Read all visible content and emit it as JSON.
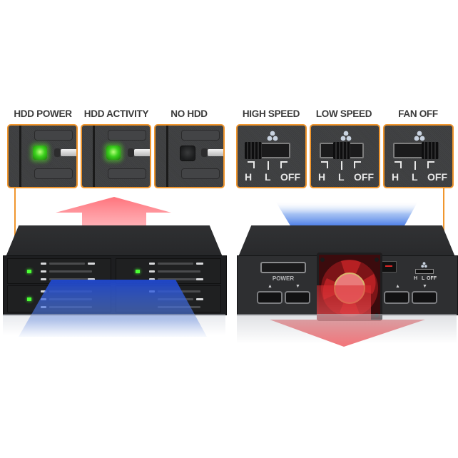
{
  "image": {
    "description": "Product illustration of a 4-bay hot-swap drive enclosure showing LED indicator states and fan speed switch positions",
    "background_color": "#ffffff",
    "accent_color": "#f0962e"
  },
  "led_indicators": {
    "items": [
      {
        "label": "HDD POWER",
        "state": "on",
        "led_color": "#3bd11d"
      },
      {
        "label": "HDD ACTIVITY",
        "state": "on",
        "led_color": "#3bd11d"
      },
      {
        "label": "NO HDD",
        "state": "off",
        "led_color": "#1b1c1d"
      }
    ]
  },
  "fan_switch": {
    "items": [
      {
        "label": "HIGH SPEED",
        "position": "H"
      },
      {
        "label": "LOW SPEED",
        "position": "L"
      },
      {
        "label": "FAN OFF",
        "position": "OFF"
      }
    ],
    "positions": [
      "H",
      "L",
      "OFF"
    ],
    "icon": "fan-icon"
  },
  "front_view": {
    "airflow_in_color": "#2f5ed8",
    "airflow_out_color": "#f07a80",
    "bays": 4
  },
  "rear_view": {
    "power_label": "POWER",
    "port_arrows": [
      "▲",
      "▼",
      "▲",
      "▼"
    ],
    "switch_labels": [
      "H",
      "L",
      "OFF"
    ],
    "fan_color": "#d43a3a"
  }
}
